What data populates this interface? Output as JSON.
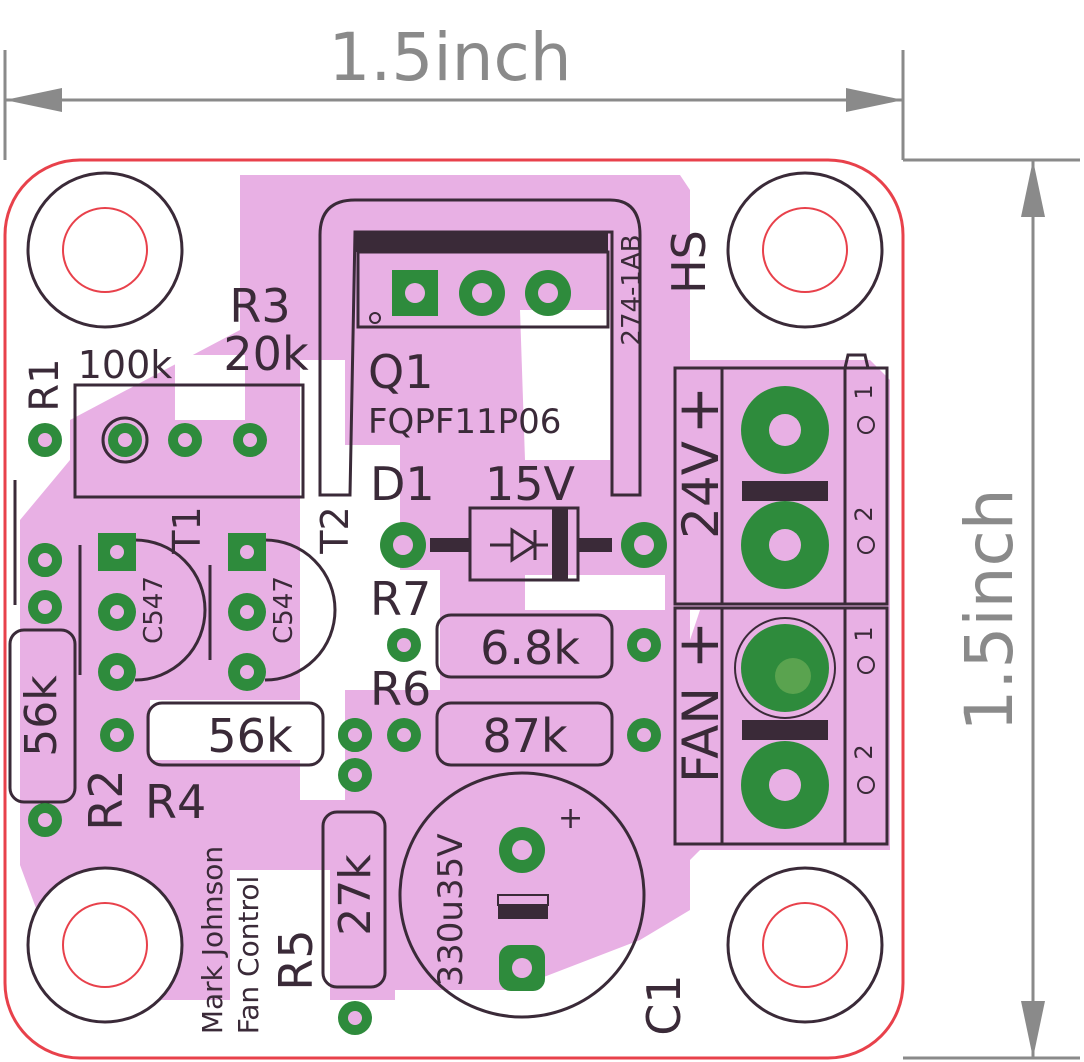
{
  "dimensions": {
    "width_label": "1.5inch",
    "height_label": "1.5inch"
  },
  "colors": {
    "board_outline": "#e8414b",
    "copper_fill": "#e8b0e4",
    "pad": "#2e8b3c",
    "silkscreen": "#3a2a38",
    "dimension": "#8a8a8a"
  },
  "components": {
    "R1": {
      "ref": "R1",
      "value": "100k"
    },
    "R3": {
      "ref": "R3",
      "value": "20k"
    },
    "Q1": {
      "ref": "Q1",
      "value": "FQPF11P06"
    },
    "HS": {
      "ref": "HS",
      "value": "274-1AB"
    },
    "D1": {
      "ref": "D1",
      "value": "15V"
    },
    "T1": {
      "ref": "T1",
      "value": "C547"
    },
    "T2": {
      "ref": "T2",
      "value": "C547"
    },
    "R7": {
      "ref": "R7",
      "value": "6.8k"
    },
    "R6": {
      "ref": "R6",
      "value": "87k"
    },
    "R4": {
      "ref": "R4",
      "value": "56k"
    },
    "R2": {
      "ref": "R2",
      "value": "56k"
    },
    "R5": {
      "ref": "R5",
      "value": "27k"
    },
    "C1": {
      "ref": "C1",
      "value": "330u35V",
      "polarity": "+"
    }
  },
  "connectors": {
    "power": {
      "label": "24V",
      "plus": "+",
      "pin1": "1",
      "pin2": "2"
    },
    "fan": {
      "label": "FAN",
      "plus": "+",
      "pin1": "1",
      "pin2": "2"
    }
  },
  "credit": {
    "line1": "Mark Johnson",
    "line2": "Fan Control"
  }
}
